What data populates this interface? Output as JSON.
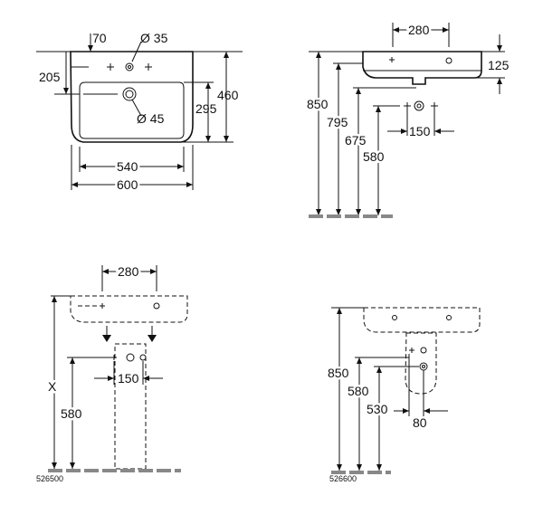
{
  "front_view": {
    "dims": {
      "tap_offset": "70",
      "tap_hole": "Ø 35",
      "rim_to_hole": "205",
      "height_460": "460",
      "height_295": "295",
      "waste_hole": "Ø 45",
      "inner_width": "540",
      "outer_width": "600"
    }
  },
  "side_view": {
    "dims": {
      "depth_280": "280",
      "height_125": "125",
      "height_850": "850",
      "height_795": "795",
      "height_675": "675",
      "spacing_150": "150",
      "height_580": "580"
    }
  },
  "pedestal_view": {
    "dims": {
      "depth_280": "280",
      "height_x": "X",
      "spacing_150": "150",
      "height_580": "580"
    },
    "code": "526500"
  },
  "semi_pedestal_view": {
    "dims": {
      "height_850": "850",
      "height_580": "580",
      "height_530": "530",
      "width_80": "80"
    },
    "code": "526600"
  }
}
